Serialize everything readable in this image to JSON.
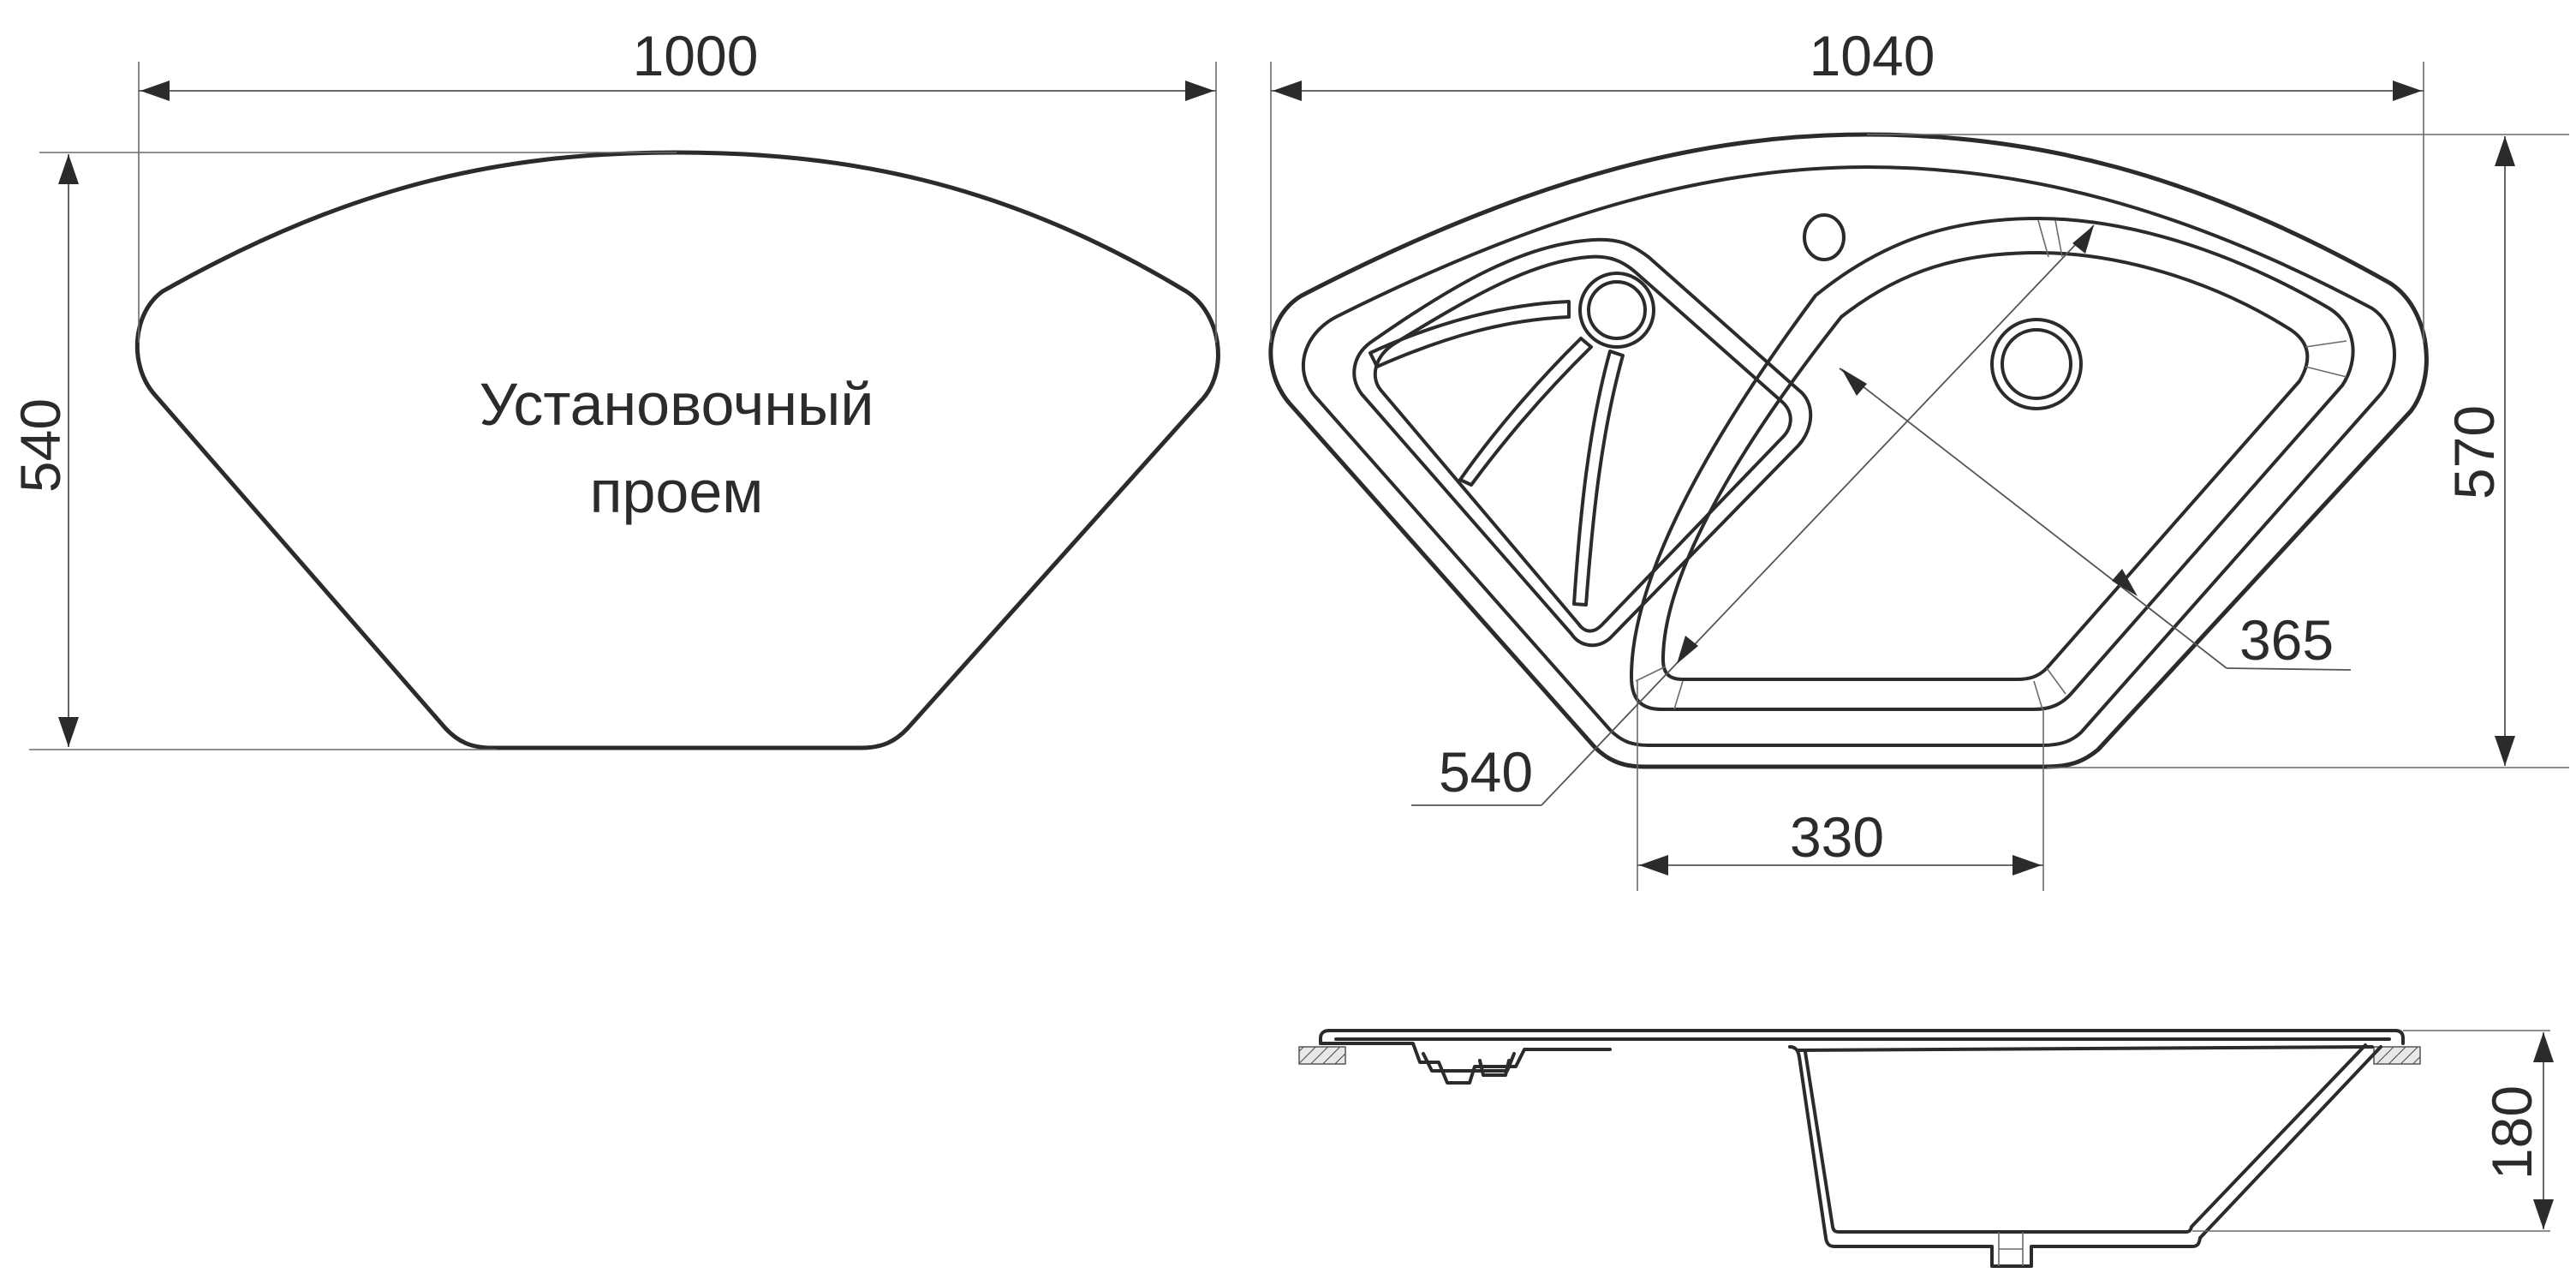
{
  "cutout": {
    "label_line1": "Установочный",
    "label_line2": "проем",
    "width_dim": "1000",
    "height_dim": "540"
  },
  "sink_top_view": {
    "width_dim": "1040",
    "height_dim": "570",
    "bowl_diag_dim": "365",
    "bowl_depth_diag_dim": "540",
    "bowl_bottom_width_dim": "330"
  },
  "sink_side_view": {
    "depth_dim": "180"
  },
  "colors": {
    "line": "#2b2b2b",
    "dimension_line": "#555555",
    "background": "#ffffff"
  }
}
